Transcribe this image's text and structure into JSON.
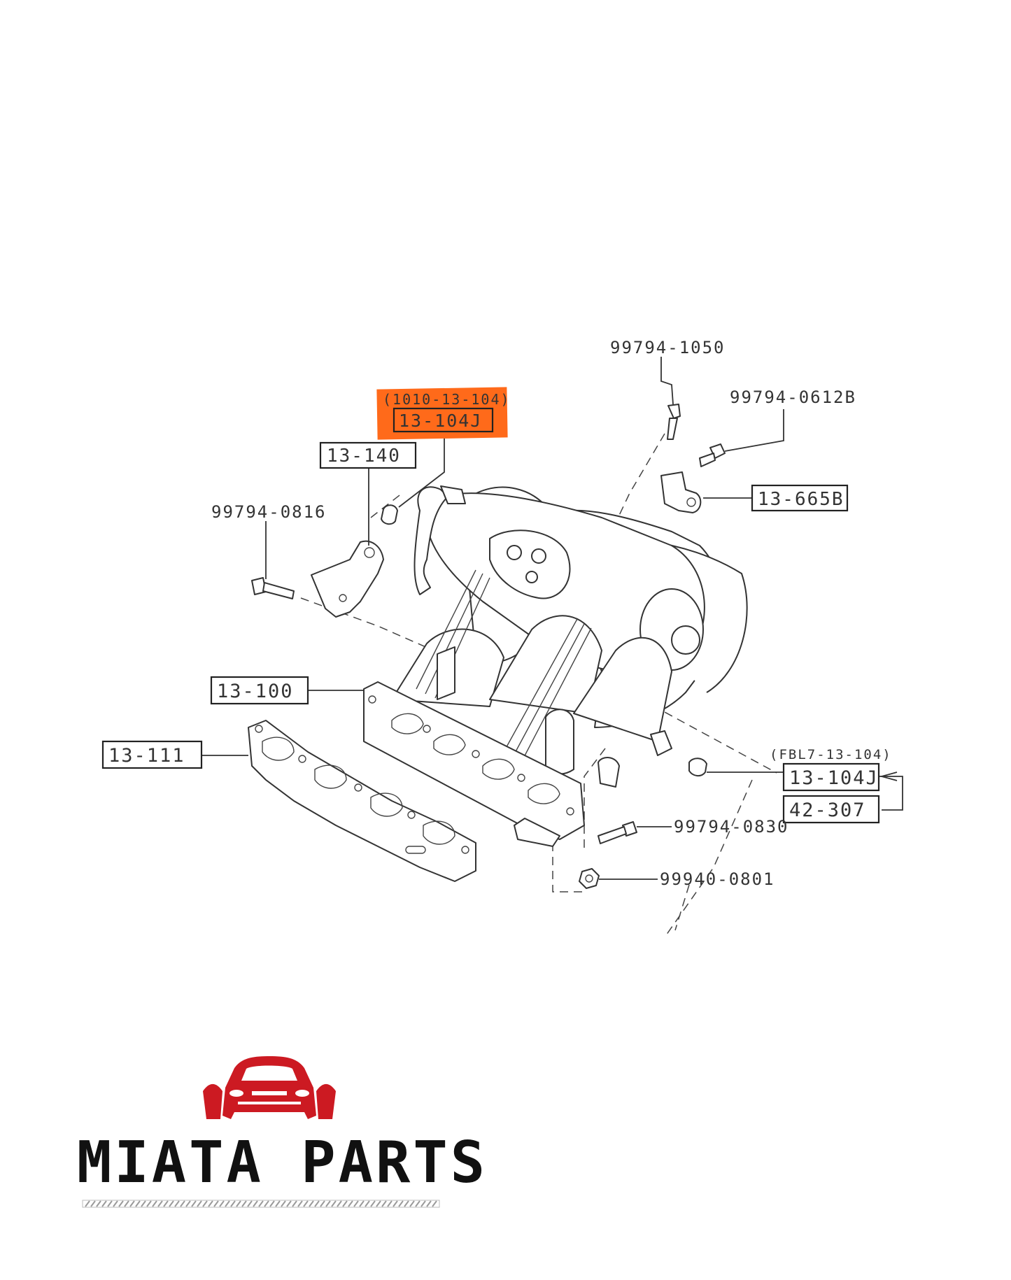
{
  "diagram": {
    "callouts": {
      "bolt_top": "99794-1050",
      "bolt_right": "99794-0612B",
      "sensor_old_code": "(1010-13-104)",
      "sensor_top": "13-104J",
      "bracket_left": "13-140",
      "bolt_left": "99794-0816",
      "bracket_right": "13-665B",
      "manifold": "13-100",
      "gasket": "13-111",
      "sensor_new_code": "(FBL7-13-104)",
      "sensor_bottom": "13-104J",
      "assembly": "42-307",
      "bolt_bottom": "99794-0830",
      "nut": "99940-0801"
    },
    "highlight_color": "#ff6a1a"
  },
  "logo": {
    "text": "MIATA PARTS",
    "accent_color": "#cc1a22",
    "icon": "car-front-icon"
  }
}
